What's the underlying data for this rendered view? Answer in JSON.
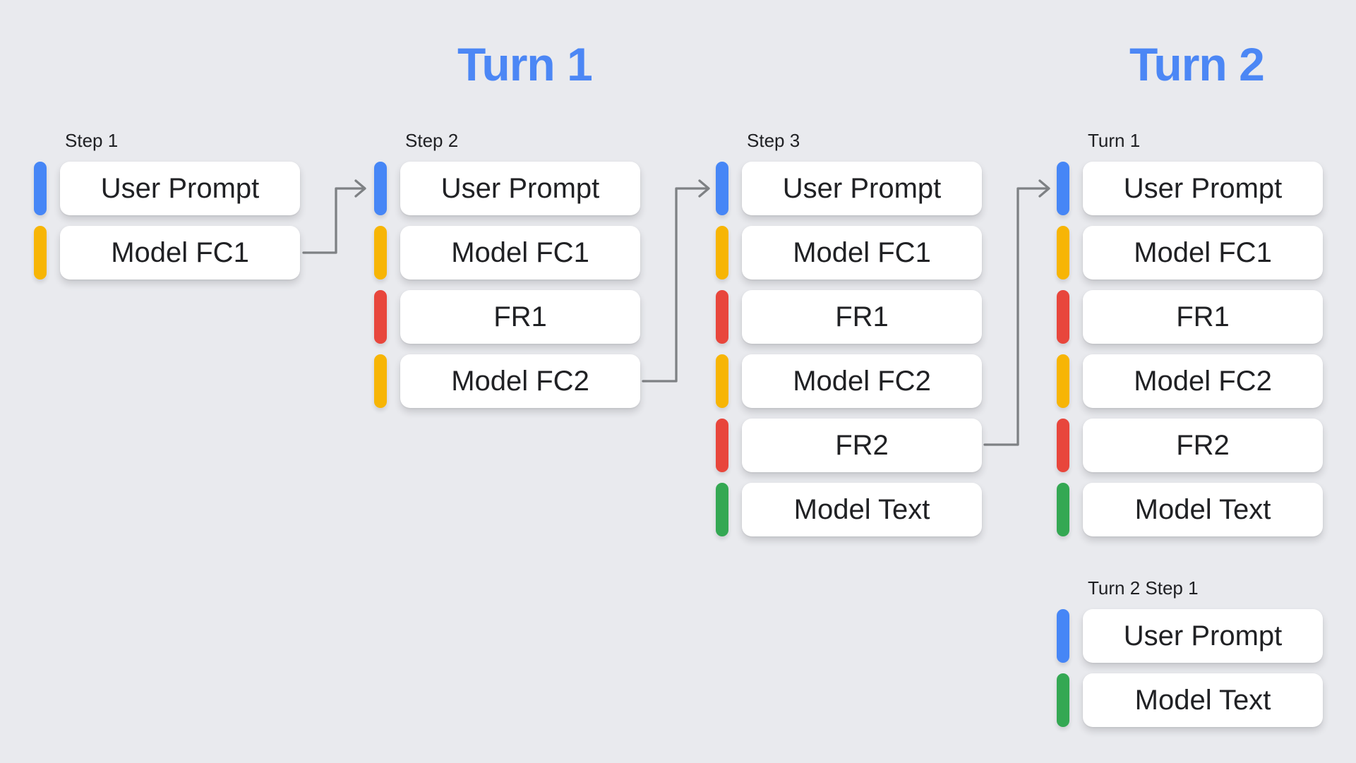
{
  "background_color": "#E9EAEE",
  "titles": {
    "turn1": "Turn 1",
    "turn2": "Turn 2",
    "color": "#4C87F5"
  },
  "palette": {
    "user_prompt_blue": "#4686F6",
    "model_fc_yellow": "#F7B505",
    "function_response_red": "#E8463C",
    "model_text_green": "#34A853",
    "box_white": "#FFFFFF",
    "text_dark": "#202124",
    "connector_gray": "#7E8184"
  },
  "connectors": {
    "color": "#7E8184",
    "arrows": [
      {
        "from": "step-1-model-fc1",
        "to": "step-2-user-prompt"
      },
      {
        "from": "step-2-model-fc2",
        "to": "step-3-user-prompt"
      },
      {
        "from": "step-3-fr2",
        "to": "turn-1-user-prompt"
      }
    ]
  },
  "columns": [
    {
      "label": "Step 1",
      "items": [
        {
          "label": "User Prompt",
          "color": "#4686F6"
        },
        {
          "label": "Model FC1",
          "color": "#F7B505"
        }
      ]
    },
    {
      "label": "Step 2",
      "items": [
        {
          "label": "User Prompt",
          "color": "#4686F6"
        },
        {
          "label": "Model FC1",
          "color": "#F7B505"
        },
        {
          "label": "FR1",
          "color": "#E8463C"
        },
        {
          "label": "Model FC2",
          "color": "#F7B505"
        }
      ]
    },
    {
      "label": "Step 3",
      "items": [
        {
          "label": "User Prompt",
          "color": "#4686F6"
        },
        {
          "label": "Model FC1",
          "color": "#F7B505"
        },
        {
          "label": "FR1",
          "color": "#E8463C"
        },
        {
          "label": "Model FC2",
          "color": "#F7B505"
        },
        {
          "label": "FR2",
          "color": "#E8463C"
        },
        {
          "label": "Model Text",
          "color": "#34A853"
        }
      ]
    },
    {
      "label": "Turn 1",
      "items": [
        {
          "label": "User Prompt",
          "color": "#4686F6"
        },
        {
          "label": "Model FC1",
          "color": "#F7B505"
        },
        {
          "label": "FR1",
          "color": "#E8463C"
        },
        {
          "label": "Model FC2",
          "color": "#F7B505"
        },
        {
          "label": "FR2",
          "color": "#E8463C"
        },
        {
          "label": "Model Text",
          "color": "#34A853"
        }
      ]
    },
    {
      "label": "Turn 2 Step 1",
      "items": [
        {
          "label": "User Prompt",
          "color": "#4686F6"
        },
        {
          "label": "Model Text",
          "color": "#34A853"
        }
      ]
    }
  ]
}
